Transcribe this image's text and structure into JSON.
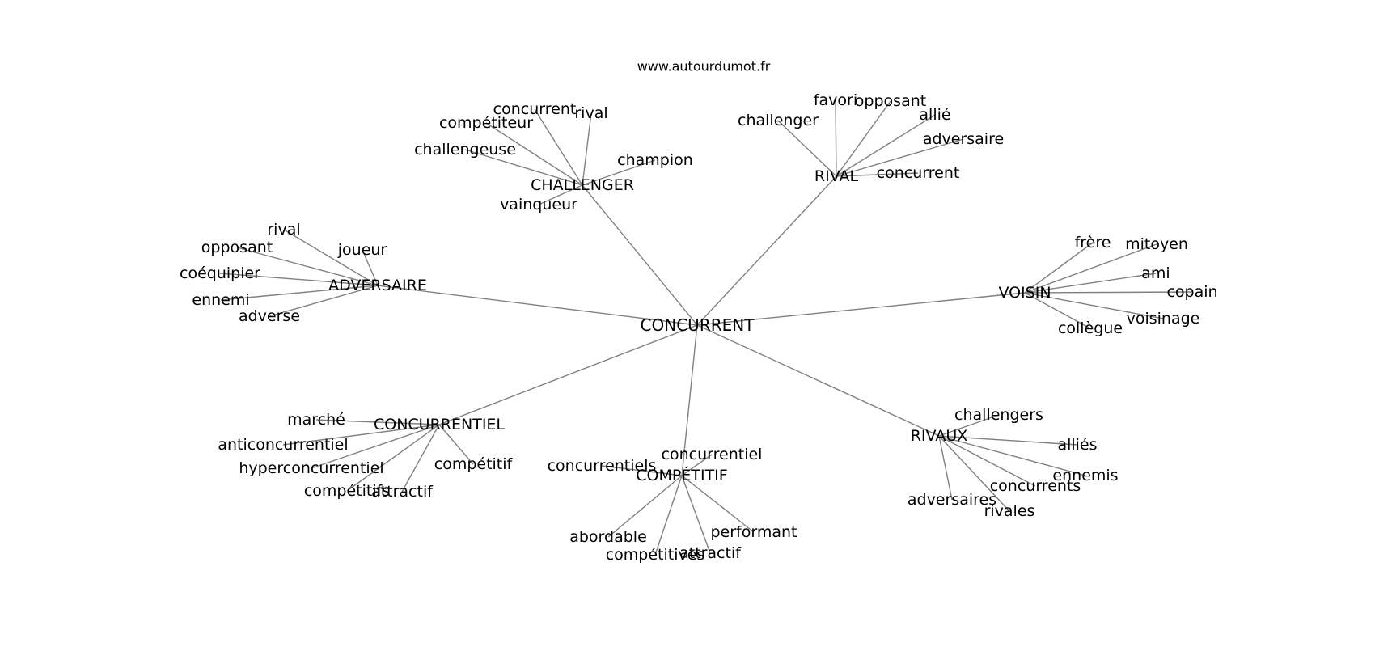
{
  "source_label": "www.autourdumot.fr",
  "graph": {
    "center": "CONCURRENT",
    "hubs": [
      {
        "id": "challenger",
        "label": "CHALLENGER",
        "leaves": [
          "concurrent",
          "rival",
          "compétiteur",
          "challengeuse",
          "champion",
          "vainqueur"
        ]
      },
      {
        "id": "rival",
        "label": "RIVAL",
        "leaves": [
          "favori",
          "opposant",
          "allié",
          "challenger",
          "adversaire",
          "concurrent"
        ]
      },
      {
        "id": "adversaire",
        "label": "ADVERSAIRE",
        "leaves": [
          "rival",
          "joueur",
          "opposant",
          "coéquipier",
          "ennemi",
          "adverse"
        ]
      },
      {
        "id": "voisin",
        "label": "VOISIN",
        "leaves": [
          "frère",
          "mitoyen",
          "ami",
          "copain",
          "voisinage",
          "collègue"
        ]
      },
      {
        "id": "concurrentiel",
        "label": "CONCURRENTIEL",
        "leaves": [
          "marché",
          "anticoncurrentiel",
          "hyperconcurrentiel",
          "compétitifs",
          "attractif",
          "compétitif"
        ]
      },
      {
        "id": "competitif",
        "label": "COMPÉTITIF",
        "leaves": [
          "concurrentiel",
          "concurrentiels",
          "abordable",
          "compétitives",
          "attractif",
          "performant"
        ]
      },
      {
        "id": "rivaux",
        "label": "RIVAUX",
        "leaves": [
          "challengers",
          "alliés",
          "ennemis",
          "concurrents",
          "adversaires",
          "rivales"
        ]
      }
    ]
  }
}
